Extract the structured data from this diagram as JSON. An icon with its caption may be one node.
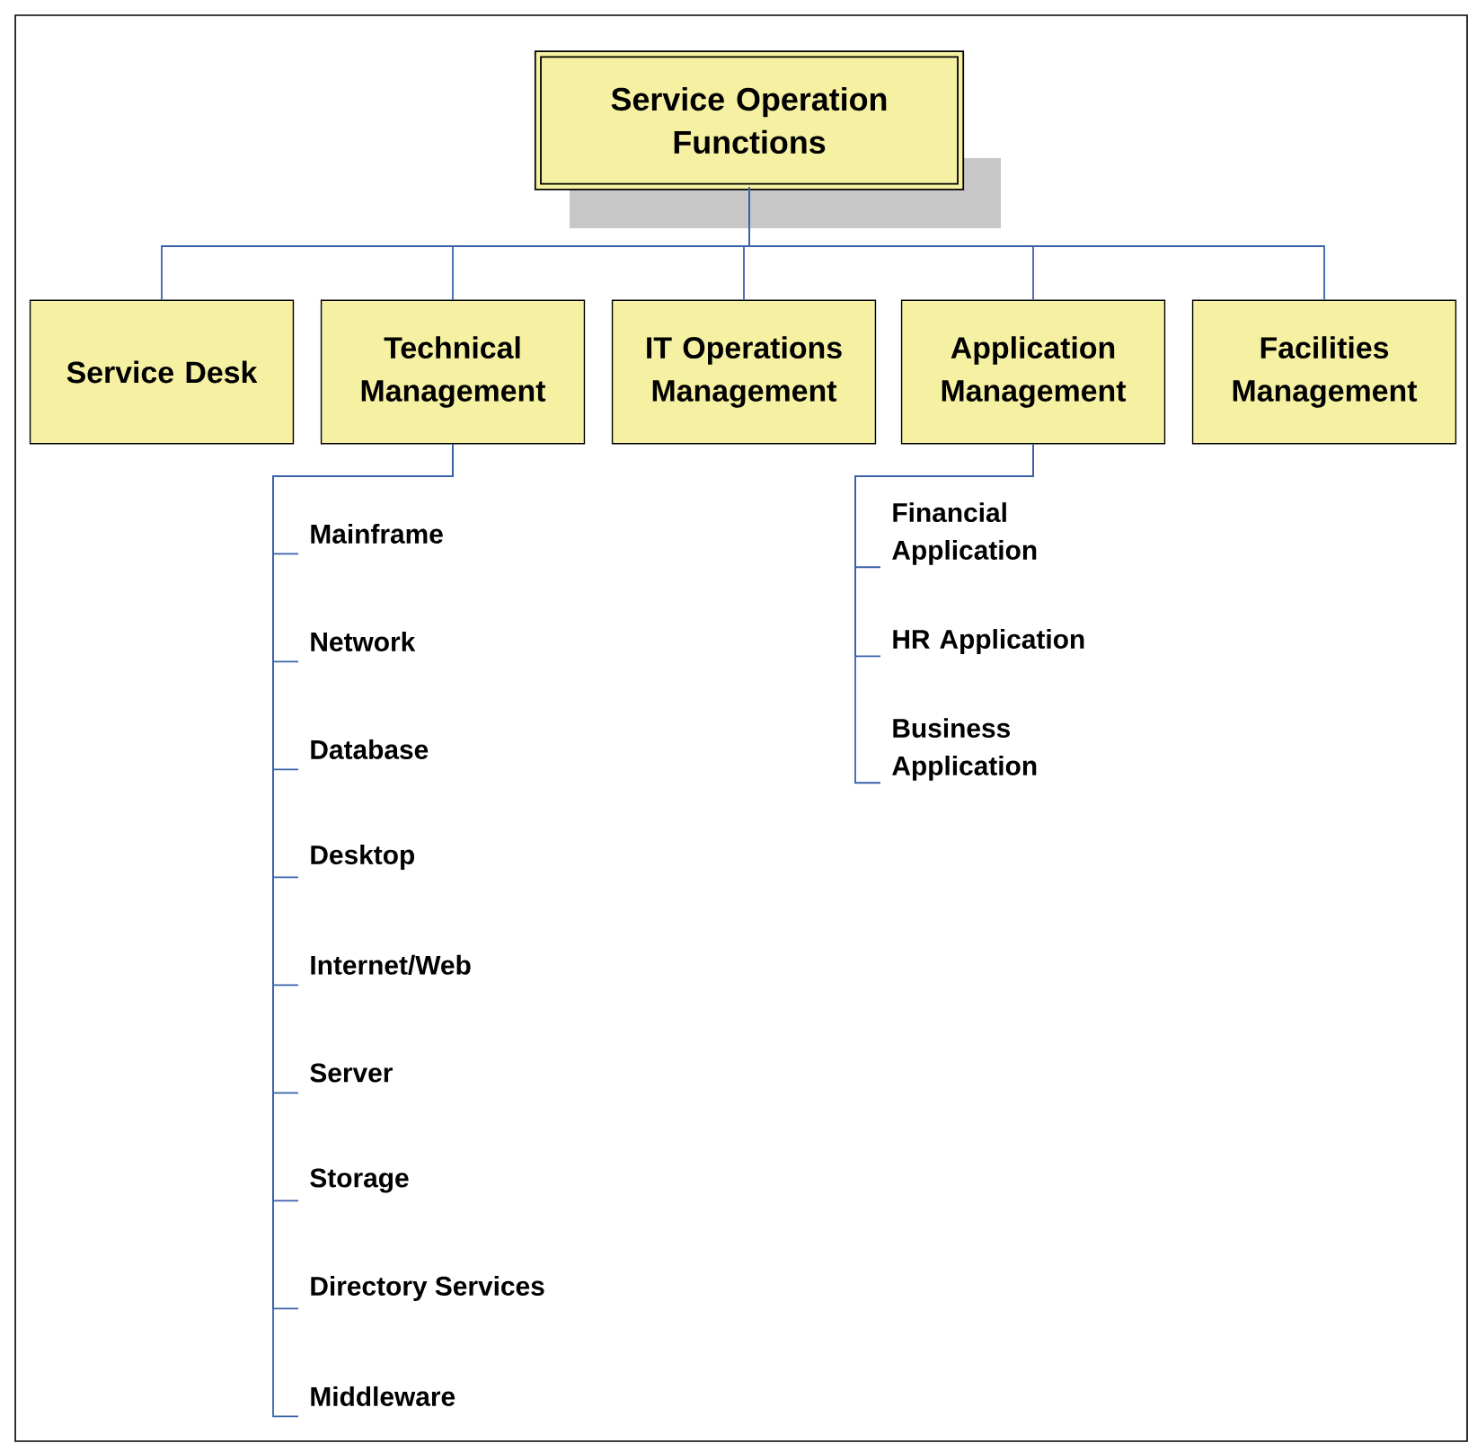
{
  "diagram": {
    "nodes": [
      {
        "text": [
          "Service Operation Functions"
        ]
      },
      {
        "text": [
          "Service Desk"
        ]
      },
      {
        "text": [
          "Technical Management"
        ]
      },
      {
        "text": [
          "IT Operations Management"
        ]
      },
      {
        "text": [
          "Application Management"
        ]
      },
      {
        "text": [
          "Facilities Management"
        ]
      },
      {
        "text": [
          "Mainframe"
        ]
      },
      {
        "text": [
          "Network"
        ]
      },
      {
        "text": [
          "Database"
        ]
      },
      {
        "text": [
          "Desktop"
        ]
      },
      {
        "text": [
          "Internet/Web"
        ]
      },
      {
        "text": [
          "Server"
        ]
      },
      {
        "text": [
          "Storage"
        ]
      },
      {
        "text": [
          "Directory Services"
        ]
      },
      {
        "text": [
          "Middleware"
        ]
      },
      {
        "text": [
          "Financial Application"
        ]
      },
      {
        "text": [
          "HR Application"
        ]
      },
      {
        "text": [
          "Business Application"
        ]
      }
    ],
    "edges": [
      {
        "from": 0,
        "to": 1,
        "arrow": "none"
      },
      {
        "from": 0,
        "to": 2,
        "arrow": "none"
      },
      {
        "from": 0,
        "to": 3,
        "arrow": "none"
      },
      {
        "from": 0,
        "to": 4,
        "arrow": "none"
      },
      {
        "from": 0,
        "to": 5,
        "arrow": "none"
      },
      {
        "from": 2,
        "to": 6,
        "arrow": "none"
      },
      {
        "from": 2,
        "to": 7,
        "arrow": "none"
      },
      {
        "from": 2,
        "to": 8,
        "arrow": "none"
      },
      {
        "from": 2,
        "to": 9,
        "arrow": "none"
      },
      {
        "from": 2,
        "to": 10,
        "arrow": "none"
      },
      {
        "from": 2,
        "to": 11,
        "arrow": "none"
      },
      {
        "from": 2,
        "to": 12,
        "arrow": "none"
      },
      {
        "from": 2,
        "to": 13,
        "arrow": "none"
      },
      {
        "from": 2,
        "to": 14,
        "arrow": "none"
      },
      {
        "from": 4,
        "to": 15,
        "arrow": "none"
      },
      {
        "from": 4,
        "to": 16,
        "arrow": "none"
      },
      {
        "from": 4,
        "to": 17,
        "arrow": "none"
      }
    ]
  }
}
